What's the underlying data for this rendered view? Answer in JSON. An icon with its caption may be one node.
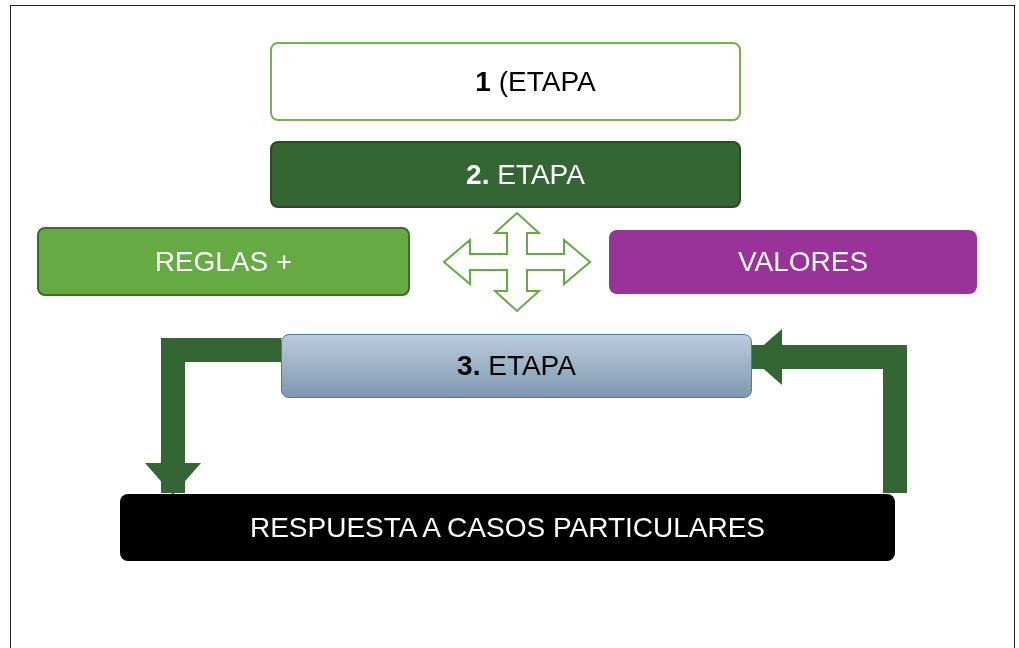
{
  "diagram": {
    "nodes": [
      {
        "text": [
          "**1** (ETAPA"
        ]
      },
      {
        "text": [
          "**2.** ETAPA"
        ]
      },
      {
        "text": [
          "REGLAS +"
        ]
      },
      {
        "text": [
          "VALORES"
        ]
      },
      {
        "text": [
          "**3.** ETAPA"
        ]
      },
      {
        "text": [
          "RESPUESTA A CASOS PARTICULARES"
        ]
      }
    ],
    "edges": [
      {
        "from": 4,
        "to": 5,
        "arrow": "to"
      },
      {
        "from": 5,
        "to": 4,
        "arrow": "to"
      },
      {
        "from": 2,
        "to": 3,
        "arrow": "both"
      },
      {
        "from": 1,
        "to": 4,
        "arrow": "both"
      }
    ]
  }
}
